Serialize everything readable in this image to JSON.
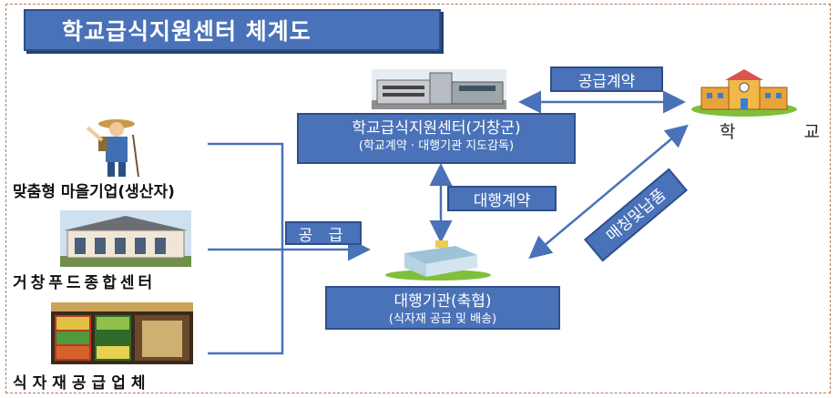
{
  "title": "학교급식지원센터 체계도",
  "support_center": {
    "name": "학교급식지원센터(거창군)",
    "role": "(학교계약 · 대행기관 지도감독)"
  },
  "agency": {
    "name": "대행기관(축협)",
    "role": "(식자재 공급 및 배송)"
  },
  "school": {
    "char1": "학",
    "char2": "교"
  },
  "labels": {
    "supply_contract": "공급계약",
    "agency_contract": "대행계약",
    "supply": "공 급",
    "matching_delivery": "매칭및납품"
  },
  "sources": [
    {
      "name": "맞춤형 마을기업(생산자)"
    },
    {
      "name": "거창푸드종합센터"
    },
    {
      "name": "식자재공급업체"
    }
  ],
  "colors": {
    "box_fill": "#4a72b8",
    "box_border": "#2f4f8a",
    "line": "#4a72b8"
  }
}
